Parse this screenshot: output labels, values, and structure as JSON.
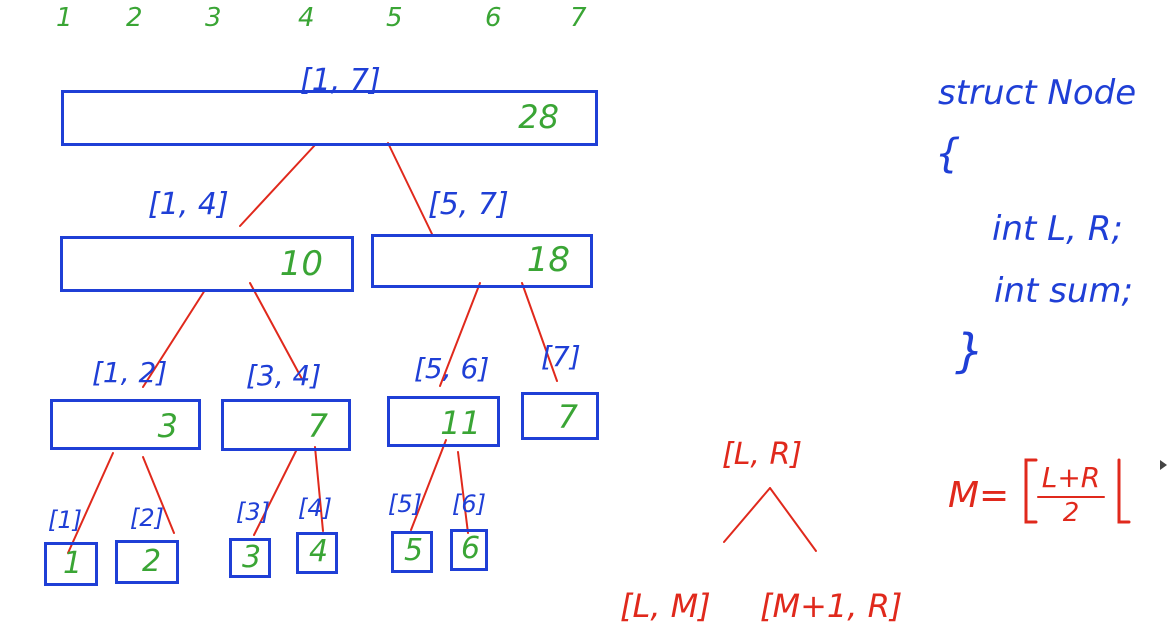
{
  "top_numbers": [
    "1",
    "2",
    "3",
    "4",
    "5",
    "6",
    "7"
  ],
  "tree": {
    "level0": [
      {
        "range": "[1, 7]",
        "sum": "28"
      }
    ],
    "level1": [
      {
        "range": "[1, 4]",
        "sum": "10"
      },
      {
        "range": "[5, 7]",
        "sum": "18"
      }
    ],
    "level2": [
      {
        "range": "[1, 2]",
        "sum": "3"
      },
      {
        "range": "[3, 4]",
        "sum": "7"
      },
      {
        "range": "[5, 6]",
        "sum": "11"
      },
      {
        "range": "[7]",
        "sum": "7"
      }
    ],
    "level3": [
      {
        "range": "[1]",
        "sum": "1"
      },
      {
        "range": "[2]",
        "sum": "2"
      },
      {
        "range": "[3]",
        "sum": "3"
      },
      {
        "range": "[4]",
        "sum": "4"
      },
      {
        "range": "[5]",
        "sum": "5"
      },
      {
        "range": "[6]",
        "sum": "6"
      }
    ]
  },
  "split_diagram": {
    "parent": "[L, R]",
    "left_child": "[L, M]",
    "right_child": "[M+1, R]"
  },
  "struct_code": {
    "line1": "struct Node",
    "line2": "{",
    "line3": "int L, R;",
    "line4": "int sum;",
    "line5": "}"
  },
  "mid_formula": {
    "lhs": "M=",
    "numerator": "L+R",
    "denominator": "2"
  },
  "colors": {
    "blue": "#1f3fd6",
    "green": "#3aa535",
    "red": "#e0291c"
  }
}
